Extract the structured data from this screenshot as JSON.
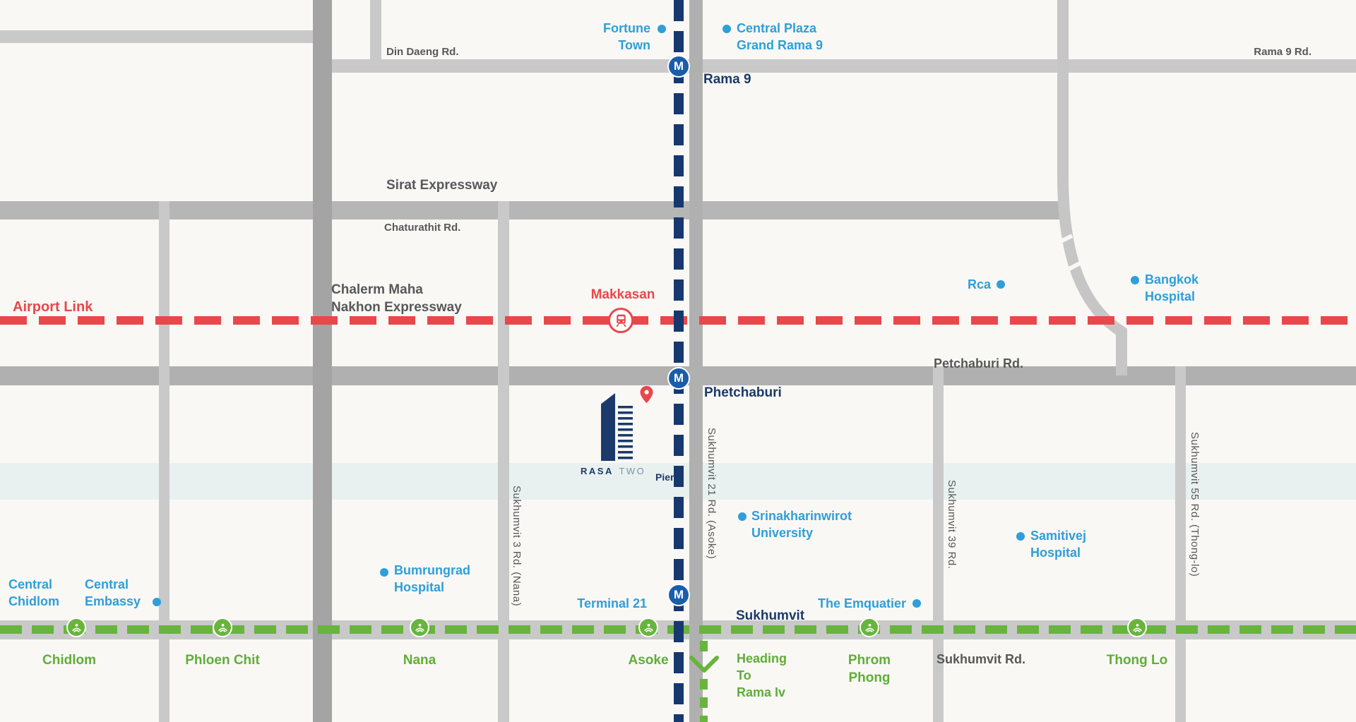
{
  "title": "RASA TWO Bangkok location map",
  "colors": {
    "background": "#faf8f5",
    "road_light": "#c9c9c9",
    "road_medium": "#b6b6b6",
    "road_dark": "#a4a4a4",
    "canal": "#e9f1f0",
    "mrt_line_navy": "#17386e",
    "mrt_station_blue": "#1a5dab",
    "airport_link_red": "#e9474b",
    "bts_green": "#68b43d",
    "poi_blue": "#2e9fd8",
    "road_label_gray": "#57585a",
    "navy_text": "#1b3a6b"
  },
  "brand": {
    "name_primary": "RASA",
    "name_secondary": "TWO"
  },
  "roads": {
    "din_daeng": "Din Daeng Rd.",
    "rama9_rd": "Rama 9 Rd.",
    "sirat_expressway": "Sirat Expressway",
    "chaturathit": "Chaturathit Rd.",
    "chalerm_maha": "Chalerm Maha\nNakhon Expressway",
    "petchaburi": "Petchaburi Rd.",
    "sukhumvit_rd": "Sukhumvit Rd.",
    "soi3": "Sukhumvit 3 Rd. (Nana)",
    "soi21": "Sukhumvit 21 Rd. (Asoke)",
    "soi39": "Sukhumvit 39 Rd.",
    "soi55": "Sukhumvit 55 Rd. (Thong-lo)"
  },
  "transit": {
    "mrt_letter": "M",
    "airport_link": "Airport Link",
    "makkasan": "Makkasan",
    "rama9": "Rama 9",
    "phetchaburi": "Phetchaburi",
    "sukhumvit": "Sukhumvit",
    "pier": "Pier",
    "heading_rama4": "Heading\nTo\nRama Iv",
    "bts_stations": [
      "Chidlom",
      "Phloen Chit",
      "Nana",
      "Asoke",
      "Phrom Phong",
      "Thong Lo"
    ]
  },
  "poi": {
    "fortune_town": "Fortune\nTown",
    "central_plaza_rama9": "Central Plaza\nGrand Rama 9",
    "rca": "Rca",
    "bangkok_hospital": "Bangkok\nHospital",
    "srinakharinwirot": "Srinakharinwirot\nUniversity",
    "samitivej_hospital": "Samitivej\nHospital",
    "bumrungrad_hospital": "Bumrungrad\nHospital",
    "central_chidlom": "Central\nChidlom",
    "central_embassy": "Central\nEmbassy",
    "the_emquatier": "The Emquatier",
    "terminal21": "Terminal 21"
  }
}
